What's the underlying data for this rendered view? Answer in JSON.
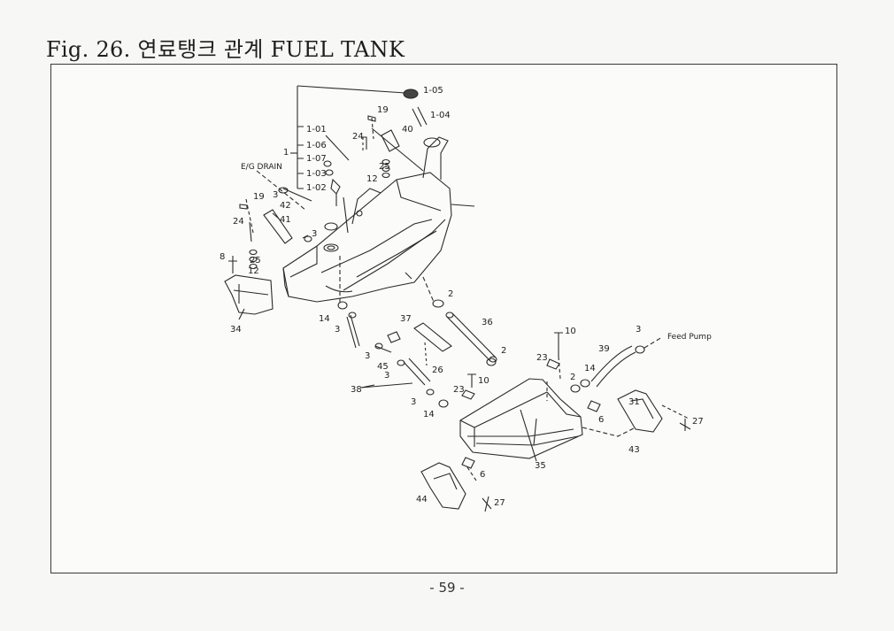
{
  "header": {
    "title": "Fig. 26. 연료탱크 관계 FUEL TANK"
  },
  "labels": {
    "l1": "1",
    "l1_01": "1-01",
    "l1_02": "1-02",
    "l1_03": "1-03",
    "l1_04": "1-04",
    "l1_05": "1-05",
    "l1_06": "1-06",
    "l1_07": "1-07",
    "l2a": "2",
    "l2b": "2",
    "l2c": "2",
    "l3a": "3",
    "l3b": "3",
    "l3c": "3",
    "l3d": "3",
    "l3e": "3",
    "l3f": "3",
    "l3g": "3",
    "l6a": "6",
    "l6b": "6",
    "l8": "8",
    "l10a": "10",
    "l10b": "10",
    "l12a": "12",
    "l12b": "12",
    "l14a": "14",
    "l14b": "14",
    "l14c": "14",
    "l19a": "19",
    "l19b": "19",
    "l23a": "23",
    "l23b": "23",
    "l24a": "24",
    "l24b": "24",
    "l25a": "25",
    "l25b": "25",
    "l26": "26",
    "l27a": "27",
    "l27b": "27",
    "l31": "31",
    "l34": "34",
    "l35": "35",
    "l36": "36",
    "l37": "37",
    "l38": "38",
    "l39": "39",
    "l40": "40",
    "l41": "41",
    "l42": "42",
    "l43": "43",
    "l44": "44",
    "l45": "45",
    "eg_drain": "E/G DRAIN",
    "feed_pump": "Feed Pump"
  },
  "footer": {
    "page_number": "- 59 -"
  }
}
